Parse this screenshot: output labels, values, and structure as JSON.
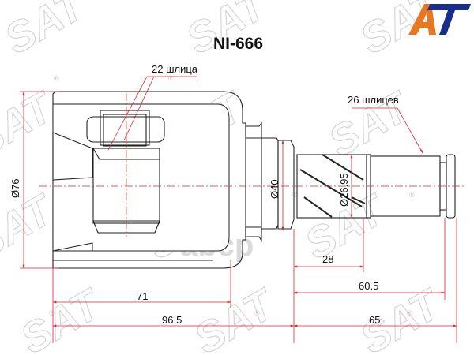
{
  "part_number": "NI-666",
  "logo": {
    "left_letter": "A",
    "right_letter": "T",
    "colors": {
      "left": "#e87722",
      "right": "#1a2f8c"
    }
  },
  "watermark": {
    "text": "SAT",
    "registered": "®",
    "secondary": "abcp"
  },
  "annotations": {
    "inner_splines": "22 шлица",
    "outer_splines": "26 шлицев"
  },
  "dimensions": {
    "outer_diameter": "Ø76",
    "neck_diameter": "Ø40",
    "shaft_diameter": "Ø26.95",
    "housing_length": "71",
    "overall_left": "96.5",
    "spline_len": "28",
    "shaft_len": "60.5",
    "overall_right": "65"
  },
  "colors": {
    "dimension_lines": "#d9262c",
    "outline": "#222222",
    "watermark": "#cfcfcf"
  }
}
